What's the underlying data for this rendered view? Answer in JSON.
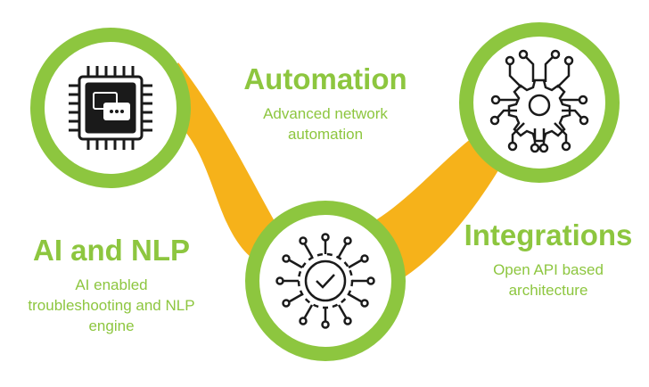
{
  "colors": {
    "accent": "#8dc63f",
    "connector": "#f6b21a",
    "icon": "#1a1a1a"
  },
  "features": [
    {
      "title": "Automation",
      "desc_line1": "Advanced network",
      "desc_line2": "automation",
      "icon": "gear-circuit-icon"
    },
    {
      "title": "AI and NLP",
      "desc_line1": "AI enabled",
      "desc_line2": "troubleshooting and NLP",
      "desc_line3": "engine",
      "icon": "chip-chat-icon"
    },
    {
      "title": "Integrations",
      "desc_line1": "Open API based",
      "desc_line2": "architecture",
      "icon": "check-gear-circuit-icon"
    }
  ]
}
